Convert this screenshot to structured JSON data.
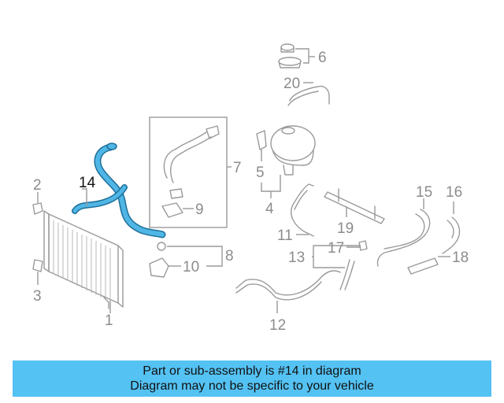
{
  "callouts": {
    "c1": "1",
    "c2": "2",
    "c3": "3",
    "c4": "4",
    "c5": "5",
    "c6": "6",
    "c7": "7",
    "c8": "8",
    "c9": "9",
    "c10": "10",
    "c11": "11",
    "c12": "12",
    "c13": "13",
    "c14": "14",
    "c15": "15",
    "c16": "16",
    "c17": "17",
    "c18": "18",
    "c19": "19",
    "c20": "20"
  },
  "highlight_color": "#4fb6e6",
  "banner": {
    "line1": "Part or sub-assembly is #14 in diagram",
    "line2": "Diagram may not be specific to your vehicle",
    "color": "#54c2f3"
  }
}
